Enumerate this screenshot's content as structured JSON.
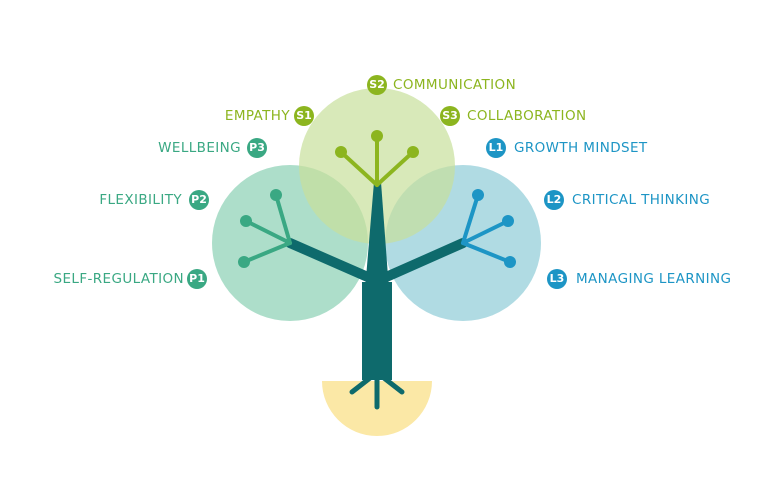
{
  "colors": {
    "personal": "#3aa883",
    "social": "#8cb51f",
    "learning": "#1d95c5",
    "trunk": "#0e6a6c",
    "roots_bg": "#fbe8a6",
    "circle_personal": "#a9dcc7",
    "circle_social": "#d4e6b1",
    "circle_learning": "#a7d7e0"
  },
  "icons": [
    "tree-icon"
  ],
  "social": [
    {
      "badge": "S2",
      "label": "COMMUNICATION"
    },
    {
      "badge": "S1",
      "label": "EMPATHY"
    },
    {
      "badge": "S3",
      "label": "COLLABORATION"
    }
  ],
  "personal": [
    {
      "badge": "P3",
      "label": "WELLBEING"
    },
    {
      "badge": "P2",
      "label": "FLEXIBILITY"
    },
    {
      "badge": "P1",
      "label": "SELF-REGULATION"
    }
  ],
  "learning": [
    {
      "badge": "L1",
      "label": "GROWTH MINDSET"
    },
    {
      "badge": "L2",
      "label": "CRITICAL THINKING"
    },
    {
      "badge": "L3",
      "label": "MANAGING LEARNING"
    }
  ]
}
